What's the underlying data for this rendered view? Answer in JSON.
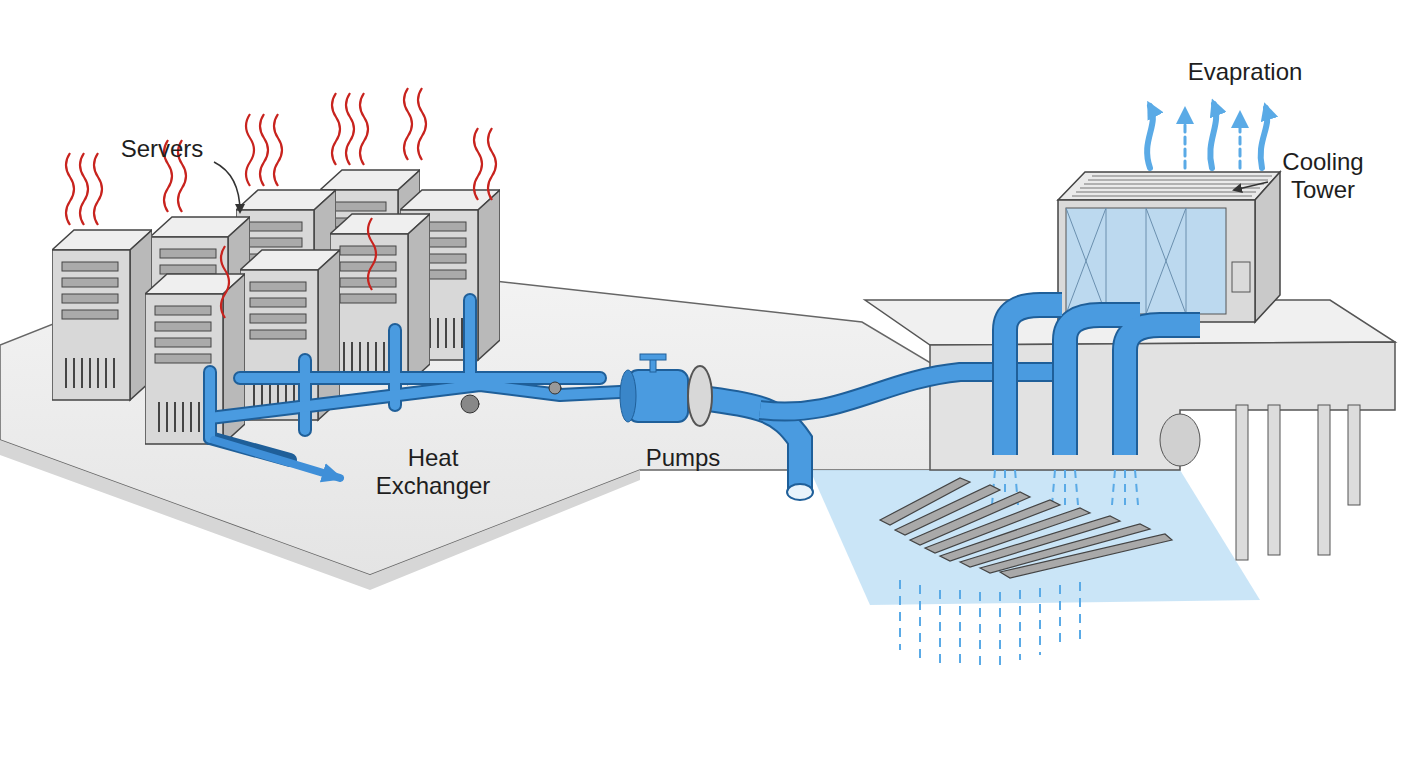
{
  "diagram": {
    "labels": [
      "Servers",
      "Heat Exchanger",
      "Pumps",
      "Evapration",
      "Cooling Tower"
    ]
  }
}
